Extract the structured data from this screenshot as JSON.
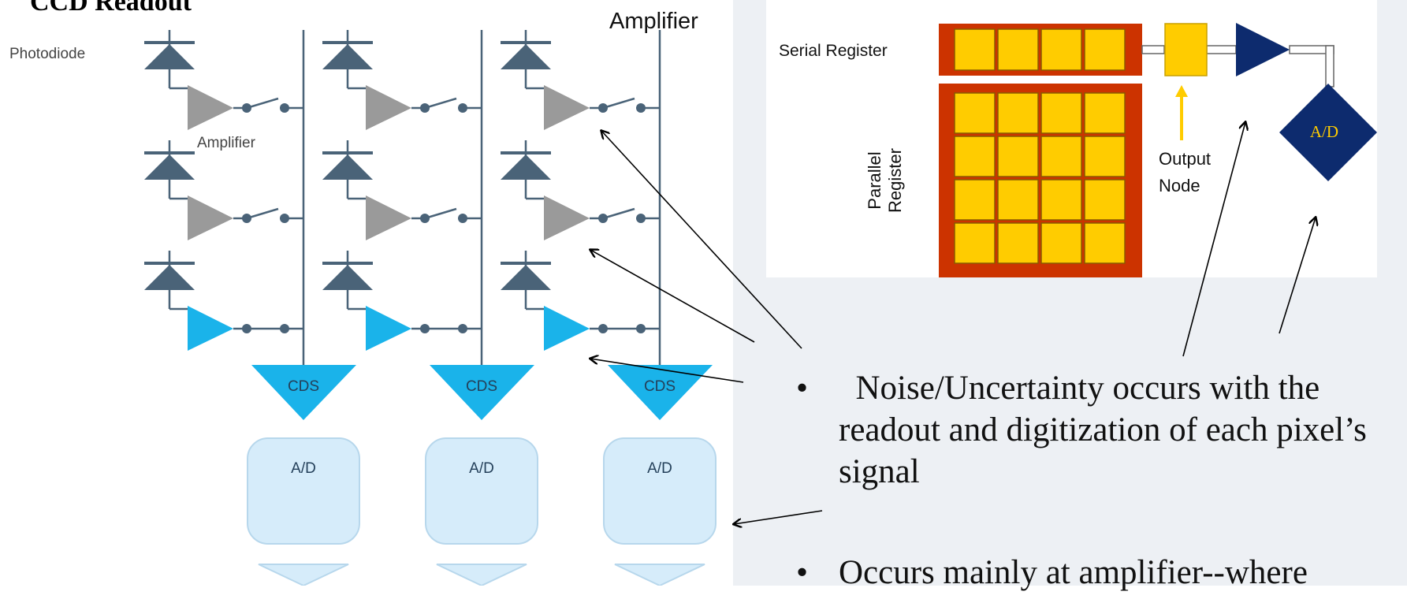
{
  "title": "CCD Readout",
  "cmos": {
    "top_label": "Amplifier",
    "photodiode_label": "Photodiode",
    "amplifier_label": "Amplifier",
    "cds_labels": [
      "CDS",
      "CDS",
      "CDS"
    ],
    "ad_labels": [
      "A/D",
      "A/D",
      "A/D"
    ]
  },
  "ccd": {
    "serial_register_label": "Serial Register",
    "parallel_register_label": [
      "Parallel",
      "Register"
    ],
    "output_node_label": [
      "Output",
      "Node"
    ],
    "ad_label": "A/D"
  },
  "bullets": [
    {
      "dot": "•",
      "text": "  Noise/Uncertainty occurs with the readout and digitization of each pixel’s signal"
    },
    {
      "dot": "•",
      "text": "Occurs mainly at amplifier--where"
    }
  ],
  "colors": {
    "diode": "#4a6378",
    "wire": "#4a6378",
    "amp_gray": "#9a9a9a",
    "amp_cyan": "#1ab3ea",
    "cds": "#1ab3ea",
    "ad_box": "#d6ecfa",
    "register_border": "#cc3300",
    "register_cell": "#ffcc00",
    "ccd_navy": "#0d2b6e",
    "right_panel_bg": "#edf0f4"
  }
}
